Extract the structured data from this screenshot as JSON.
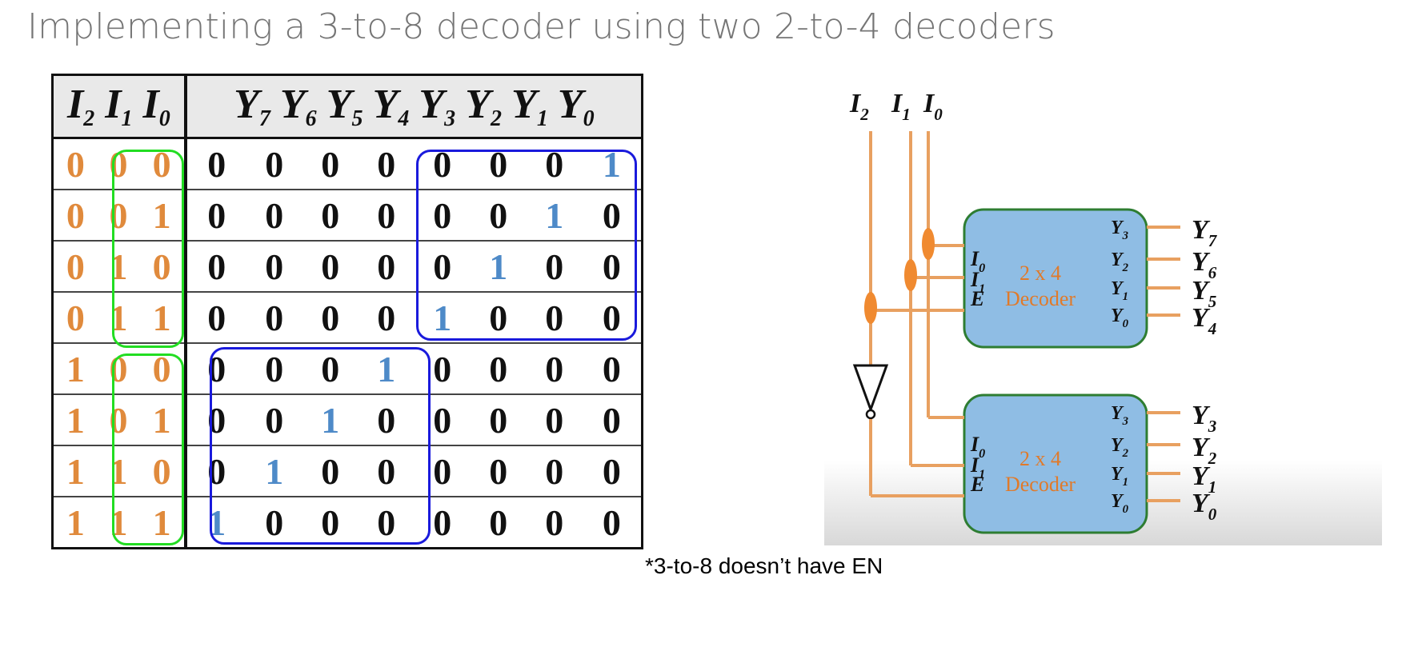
{
  "title": "Implementing a 3-to-8 decoder using two 2-to-4 decoders",
  "note": "*3-to-8 doesn’t have EN",
  "truth_table": {
    "input_header": [
      "I",
      "2",
      "I",
      "1",
      "I",
      "0"
    ],
    "output_header": [
      {
        "base": "Y",
        "sub": "7"
      },
      {
        "base": "Y",
        "sub": "6"
      },
      {
        "base": "Y",
        "sub": "5"
      },
      {
        "base": "Y",
        "sub": "4"
      },
      {
        "base": "Y",
        "sub": "3"
      },
      {
        "base": "Y",
        "sub": "2"
      },
      {
        "base": "Y",
        "sub": "1"
      },
      {
        "base": "Y",
        "sub": "0"
      }
    ],
    "rows": [
      {
        "inputs": [
          "0",
          "0",
          "0"
        ],
        "outputs": [
          "0",
          "0",
          "0",
          "0",
          "0",
          "0",
          "0",
          "1"
        ]
      },
      {
        "inputs": [
          "0",
          "0",
          "1"
        ],
        "outputs": [
          "0",
          "0",
          "0",
          "0",
          "0",
          "0",
          "1",
          "0"
        ]
      },
      {
        "inputs": [
          "0",
          "1",
          "0"
        ],
        "outputs": [
          "0",
          "0",
          "0",
          "0",
          "0",
          "1",
          "0",
          "0"
        ]
      },
      {
        "inputs": [
          "0",
          "1",
          "1"
        ],
        "outputs": [
          "0",
          "0",
          "0",
          "0",
          "1",
          "0",
          "0",
          "0"
        ]
      },
      {
        "inputs": [
          "1",
          "0",
          "0"
        ],
        "outputs": [
          "0",
          "0",
          "0",
          "1",
          "0",
          "0",
          "0",
          "0"
        ]
      },
      {
        "inputs": [
          "1",
          "0",
          "1"
        ],
        "outputs": [
          "0",
          "0",
          "1",
          "0",
          "0",
          "0",
          "0",
          "0"
        ]
      },
      {
        "inputs": [
          "1",
          "1",
          "0"
        ],
        "outputs": [
          "0",
          "1",
          "0",
          "0",
          "0",
          "0",
          "0",
          "0"
        ]
      },
      {
        "inputs": [
          "1",
          "1",
          "1"
        ],
        "outputs": [
          "1",
          "0",
          "0",
          "0",
          "0",
          "0",
          "0",
          "0"
        ]
      }
    ]
  },
  "diagram": {
    "inputs_label": [
      {
        "base": "I",
        "sub": "2"
      },
      {
        "base": "I",
        "sub": "1"
      },
      {
        "base": "I",
        "sub": "0"
      }
    ],
    "decoder_label_1": "2 x 4",
    "decoder_label_2": "Decoder",
    "decoder_in_pins": [
      {
        "base": "I",
        "sub": "0"
      },
      {
        "base": "I",
        "sub": "1"
      },
      {
        "base": "E",
        "sub": ""
      }
    ],
    "decoder_out_pins": [
      {
        "base": "Y",
        "sub": "3"
      },
      {
        "base": "Y",
        "sub": "2"
      },
      {
        "base": "Y",
        "sub": "1"
      },
      {
        "base": "Y",
        "sub": "0"
      }
    ],
    "top_outputs": [
      {
        "base": "Y",
        "sub": "7"
      },
      {
        "base": "Y",
        "sub": "6"
      },
      {
        "base": "Y",
        "sub": "5"
      },
      {
        "base": "Y",
        "sub": "4"
      }
    ],
    "bottom_outputs": [
      {
        "base": "Y",
        "sub": "3"
      },
      {
        "base": "Y",
        "sub": "2"
      },
      {
        "base": "Y",
        "sub": "1"
      },
      {
        "base": "Y",
        "sub": "0"
      }
    ],
    "colors": {
      "wire": "#e8a060",
      "decoder_fill": "#8fbde4",
      "decoder_border": "#2e7d32",
      "dot": "#f08a30"
    }
  }
}
